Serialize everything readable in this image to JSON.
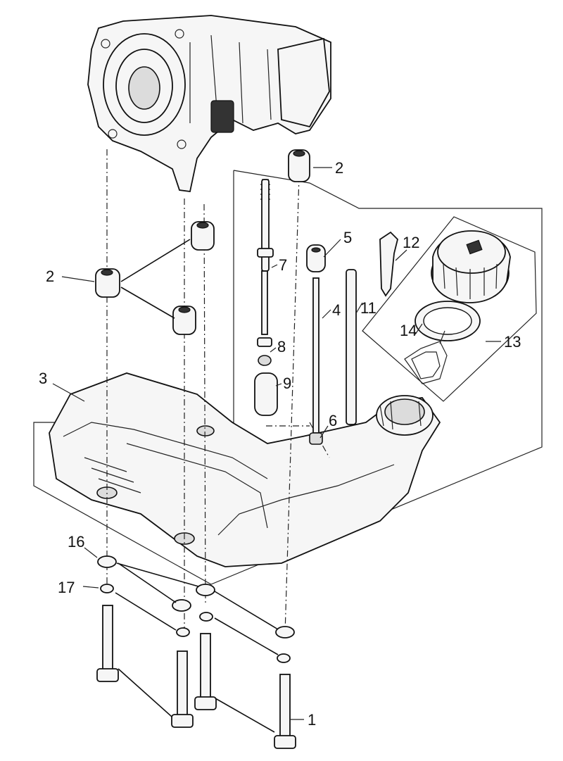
{
  "callouts": {
    "c1": "1",
    "c2a": "2",
    "c2b": "2",
    "c3": "3",
    "c4": "4",
    "c5": "5",
    "c6": "6",
    "c7": "7",
    "c8": "8",
    "c9": "9",
    "c11": "11",
    "c12": "12",
    "c13": "13",
    "c14": "14",
    "c16": "16",
    "c17": "17"
  }
}
